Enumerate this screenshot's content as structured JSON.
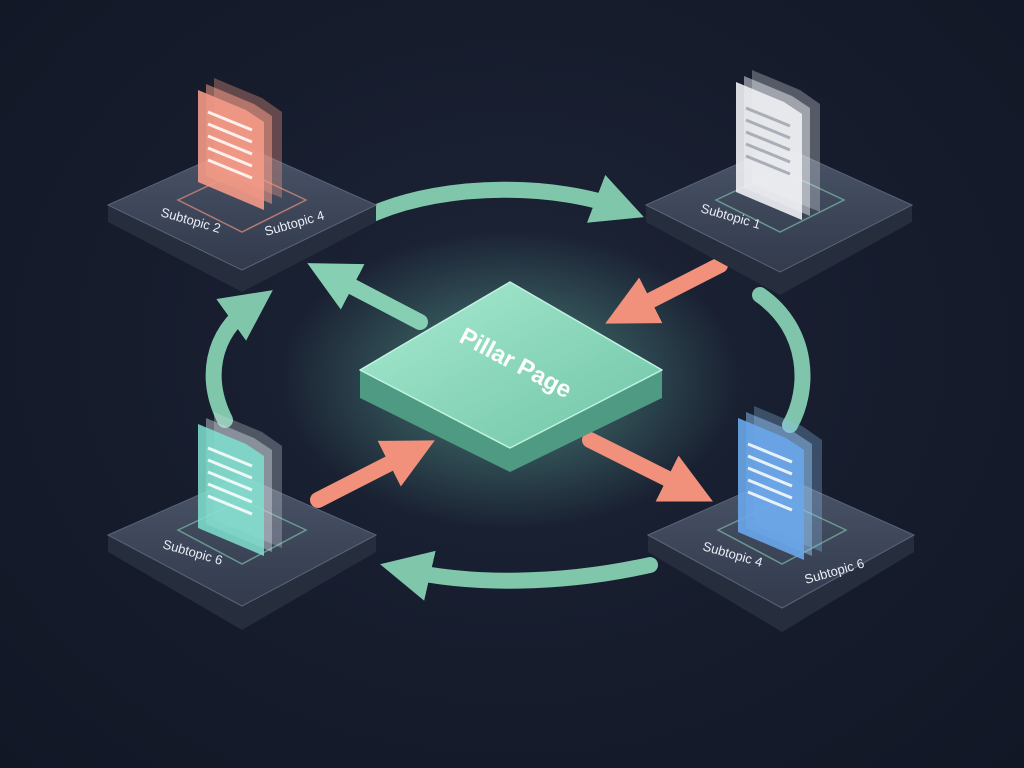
{
  "center": {
    "label": "Pillar Page"
  },
  "nodes": {
    "top_left": {
      "labels": [
        "Subtopic 2",
        "Subtopic 4"
      ],
      "doc_color": "#f39a86"
    },
    "top_right": {
      "labels": [
        "Subtopic 1"
      ],
      "doc_color": "#e9ecef"
    },
    "bottom_left": {
      "labels": [
        "Subtopic 6"
      ],
      "doc_color": "#7fe0cf"
    },
    "bottom_right": {
      "labels": [
        "Subtopic 4",
        "Subtopic 6"
      ],
      "doc_color": "#6aa6ea"
    }
  },
  "colors": {
    "pillar": "#8fd9bf",
    "cycle_arrow": "#86cfb2",
    "spoke_arrow": "#f1917b",
    "tile": "#3b4458"
  }
}
